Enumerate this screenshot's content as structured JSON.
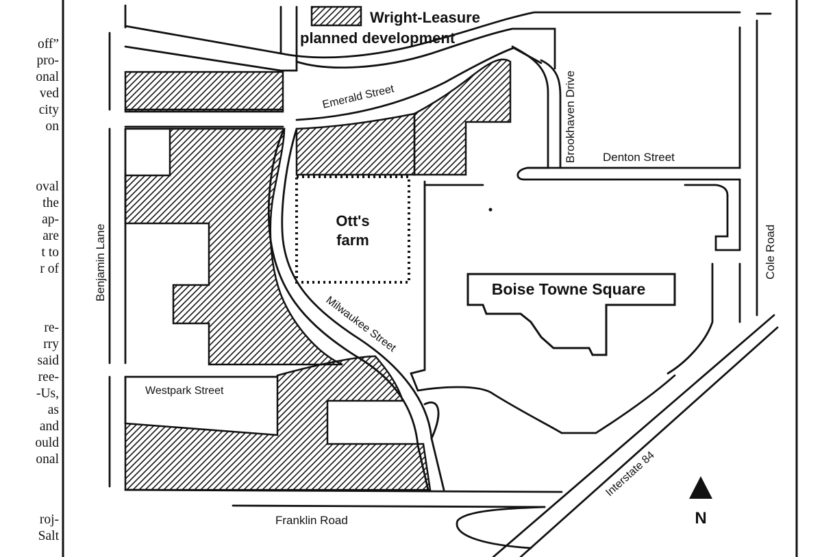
{
  "column_text": [
    "off”",
    "pro-",
    "onal",
    "ved",
    "city",
    "on",
    "oval",
    "the",
    "ap-",
    "are",
    "t to",
    "r of",
    "re-",
    "rry",
    "said",
    "ree-",
    "-Us,",
    "as",
    "and",
    "ould",
    "onal",
    "roj-",
    "Salt"
  ],
  "legend": {
    "line1": "Wright-Leasure",
    "line2": "planned development"
  },
  "streets": {
    "emerald": "Emerald Street",
    "brookhaven": "Brookhaven Drive",
    "denton": "Denton Street",
    "benjamin": "Benjamin Lane",
    "cole": "Cole Road",
    "milwaukee": "Milwaukee Street",
    "westpark": "Westpark Street",
    "franklin": "Franklin Road",
    "interstate": "Interstate 84"
  },
  "places": {
    "otts_line1": "Ott's",
    "otts_line2": "farm",
    "mall": "Boise Towne Square"
  },
  "north_label": "N"
}
